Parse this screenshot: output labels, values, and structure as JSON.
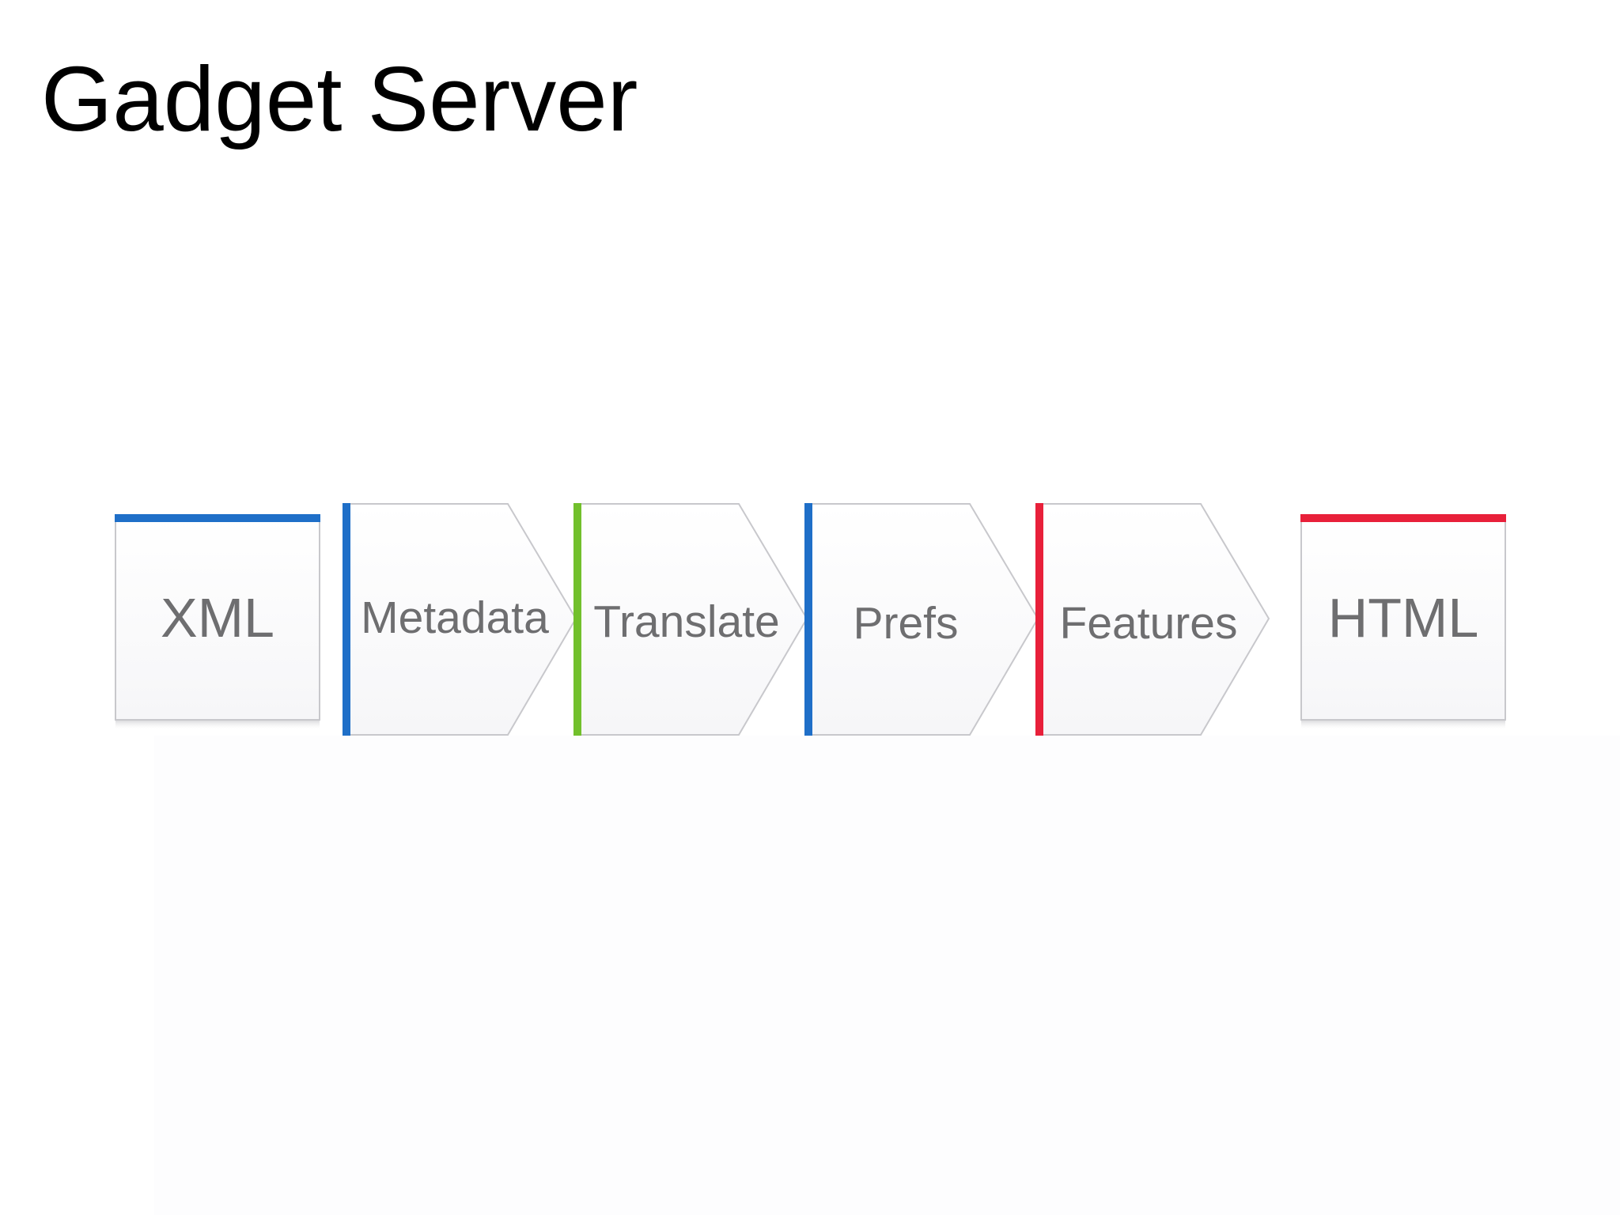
{
  "title": "Gadget Server",
  "pipeline": {
    "input": {
      "label": "XML",
      "color": "#1f6fc8"
    },
    "stages": [
      {
        "label": "Metadata",
        "color": "#1f6fc8"
      },
      {
        "label": "Translate",
        "color": "#72c02c"
      },
      {
        "label": "Prefs",
        "color": "#1f6fc8"
      },
      {
        "label": "Features",
        "color": "#e8203a"
      }
    ],
    "output": {
      "label": "HTML",
      "color": "#e8203a"
    }
  }
}
